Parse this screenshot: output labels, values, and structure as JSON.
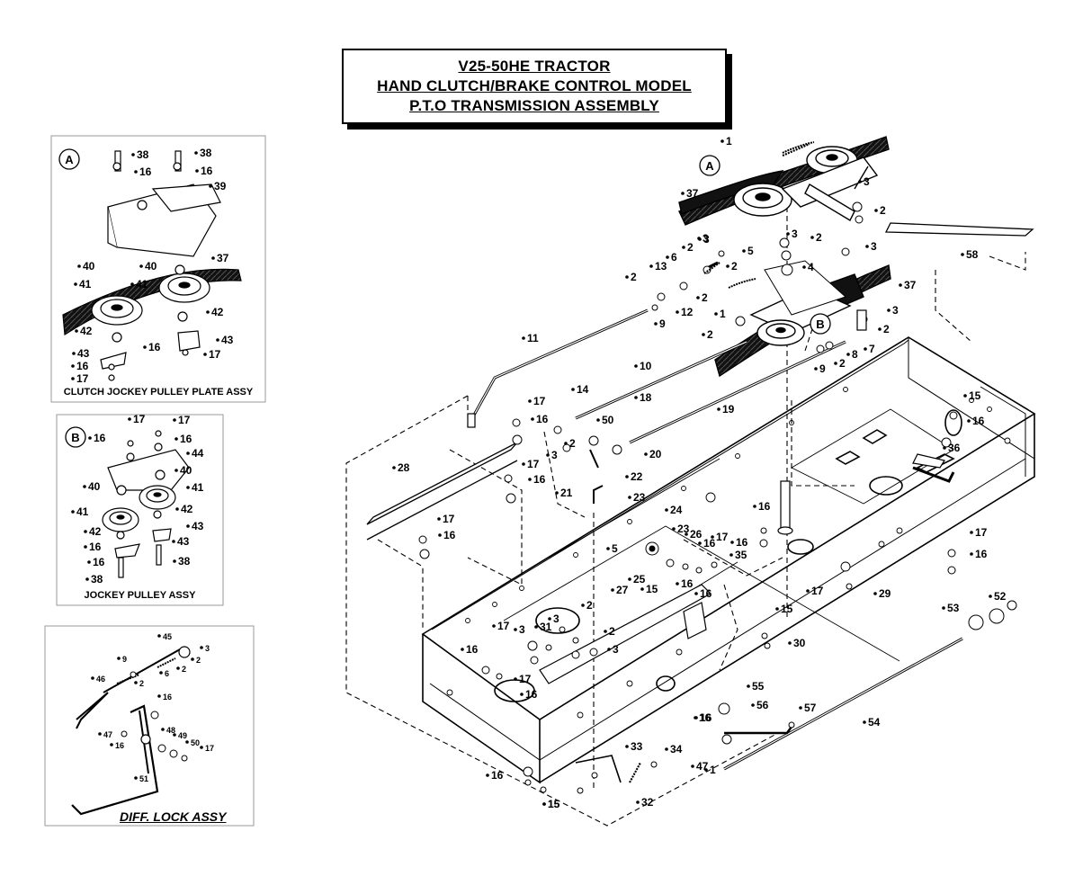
{
  "title": {
    "line1": "V25-50HE TRACTOR",
    "line2": "HAND CLUTCH/BRAKE CONTROL MODEL",
    "line3": "P.T.O TRANSMISSION ASSEMBLY"
  },
  "insets": {
    "a": {
      "marker": "A",
      "caption": "CLUTCH JOCKEY PULLEY PLATE ASSY"
    },
    "b": {
      "marker": "B",
      "caption": "JOCKEY PULLEY ASSY"
    },
    "c": {
      "caption": "DIFF. LOCK ASSY"
    }
  },
  "main_markers": {
    "a": "A",
    "b": "B"
  },
  "callouts_main": [
    "1",
    "3",
    "2",
    "3",
    "37",
    "3",
    "2",
    "3",
    "58",
    "2",
    "3",
    "5",
    "13",
    "6",
    "2",
    "2",
    "2",
    "4",
    "9",
    "12",
    "1",
    "37",
    "2",
    "B",
    "3",
    "2",
    "7",
    "11",
    "9",
    "2",
    "8",
    "10",
    "14",
    "18",
    "19",
    "17",
    "16",
    "50",
    "20",
    "2",
    "3",
    "22",
    "15",
    "16",
    "36",
    "28",
    "17",
    "16",
    "21",
    "23",
    "17",
    "16",
    "24",
    "5",
    "23",
    "26",
    "17",
    "16",
    "16",
    "16",
    "17",
    "35",
    "25",
    "16",
    "15",
    "16",
    "17",
    "29",
    "27",
    "16",
    "15",
    "30",
    "2",
    "3",
    "31",
    "17",
    "16",
    "3",
    "2",
    "3",
    "52",
    "53",
    "16",
    "15",
    "17",
    "16",
    "55",
    "56",
    "57",
    "54",
    "16",
    "47",
    "33",
    "34",
    "16",
    "15",
    "32",
    "1",
    "A"
  ],
  "callouts_a": [
    "38",
    "16",
    "38",
    "16",
    "39",
    "40",
    "40",
    "37",
    "41",
    "41",
    "42",
    "42",
    "43",
    "16",
    "43",
    "16",
    "17",
    "17"
  ],
  "callouts_b": [
    "17",
    "17",
    "16",
    "16",
    "44",
    "40",
    "40",
    "41",
    "41",
    "42",
    "42",
    "43",
    "16",
    "43",
    "16",
    "38",
    "38"
  ],
  "callouts_c": [
    "45",
    "3",
    "2",
    "9",
    "6",
    "2",
    "46",
    "2",
    "16",
    "48",
    "47",
    "16",
    "49",
    "50",
    "17",
    "51"
  ]
}
